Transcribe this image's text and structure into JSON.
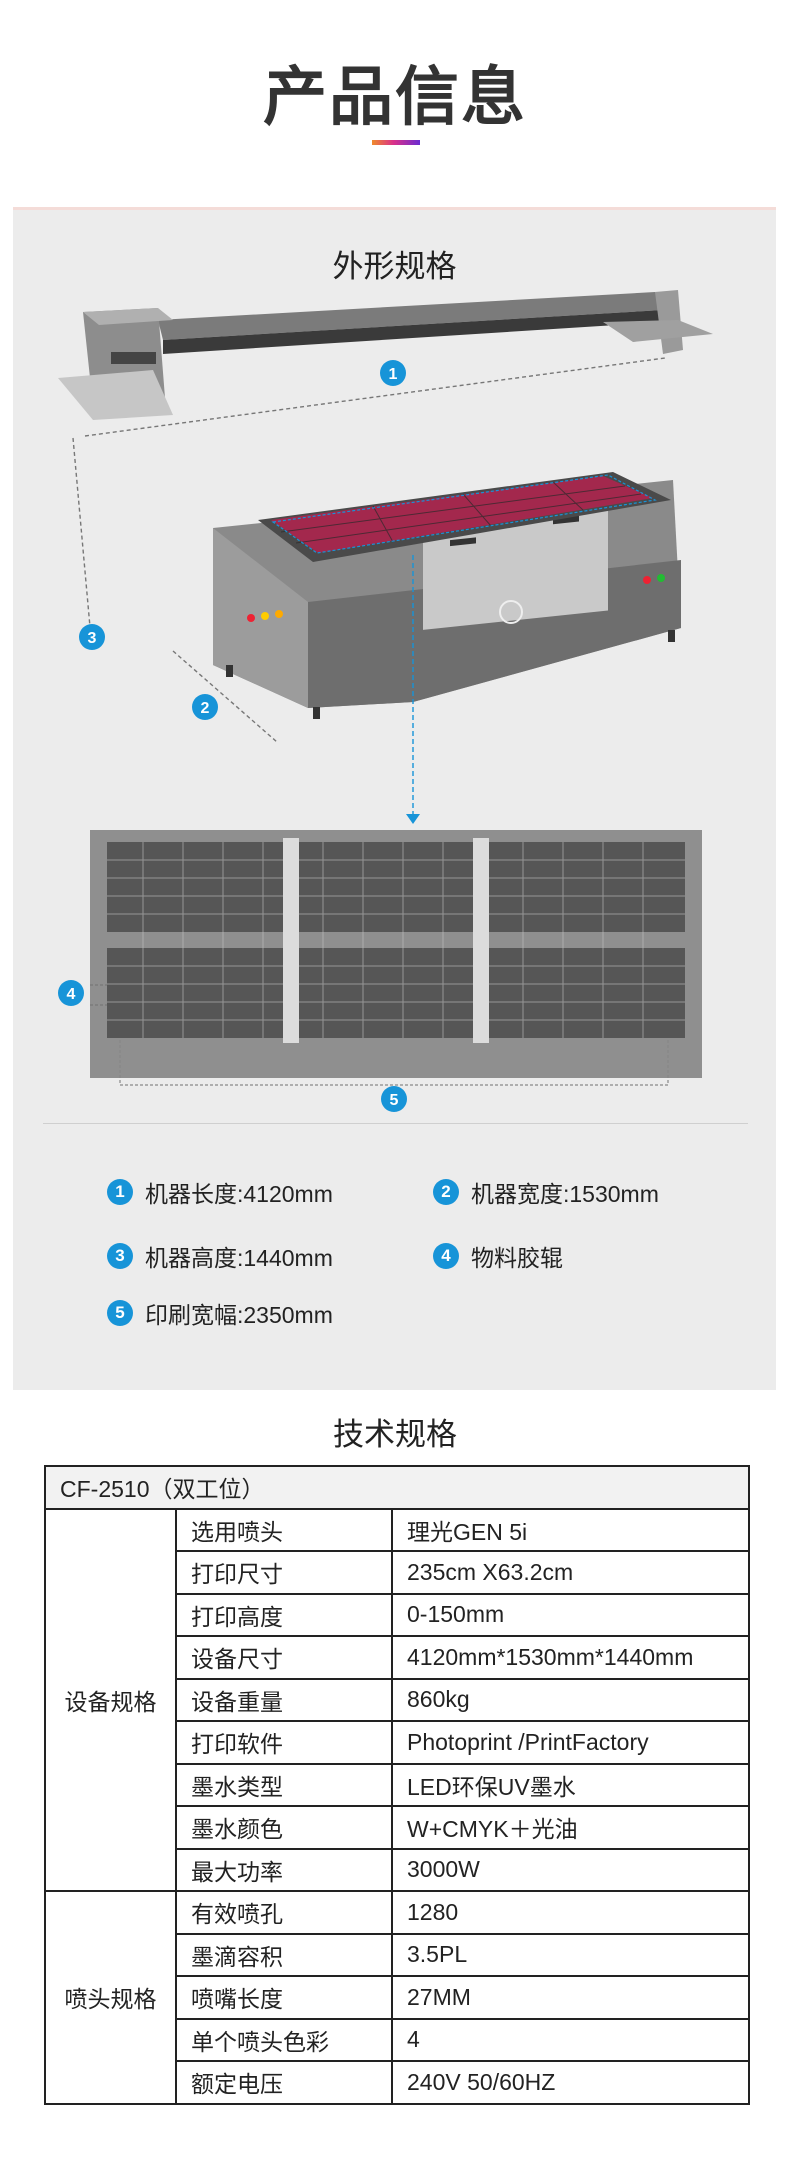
{
  "page": {
    "title": "产品信息"
  },
  "appearance": {
    "title": "外形规格",
    "markers": [
      "1",
      "2",
      "3",
      "4",
      "5"
    ],
    "specs": [
      {
        "num": "1",
        "label": "机器长度:4120mm"
      },
      {
        "num": "2",
        "label": "机器宽度:1530mm"
      },
      {
        "num": "3",
        "label": "机器高度:1440mm"
      },
      {
        "num": "4",
        "label": "物料胶辊"
      },
      {
        "num": "5",
        "label": "印刷宽幅:2350mm"
      }
    ]
  },
  "tech": {
    "title": "技术规格",
    "model": "CF-2510（双工位）",
    "groups": [
      {
        "name": "设备规格",
        "rows": [
          {
            "key": "选用喷头",
            "value": "理光GEN 5i"
          },
          {
            "key": "打印尺寸",
            "value": "235cm X63.2cm"
          },
          {
            "key": "打印高度",
            "value": "0-150mm"
          },
          {
            "key": "设备尺寸",
            "value": "4120mm*1530mm*1440mm"
          },
          {
            "key": "设备重量",
            "value": "860kg"
          },
          {
            "key": "打印软件",
            "value": "Photoprint /PrintFactory"
          },
          {
            "key": "墨水类型",
            "value": "LED环保UV墨水"
          },
          {
            "key": "墨水颜色",
            "value": "W+CMYK＋光油"
          },
          {
            "key": "最大功率",
            "value": "3000W"
          }
        ]
      },
      {
        "name": "喷头规格",
        "rows": [
          {
            "key": "有效喷孔",
            "value": "1280"
          },
          {
            "key": "墨滴容积",
            "value": "3.5PL"
          },
          {
            "key": "喷嘴长度",
            "value": "27MM"
          },
          {
            "key": "单个喷头色彩",
            "value": "4"
          },
          {
            "key": "额定电压",
            "value": "240V 50/60HZ"
          }
        ]
      }
    ]
  },
  "colors": {
    "accent": "#1794d8",
    "panel": "#ececec",
    "printer": "#7c7c7c"
  }
}
